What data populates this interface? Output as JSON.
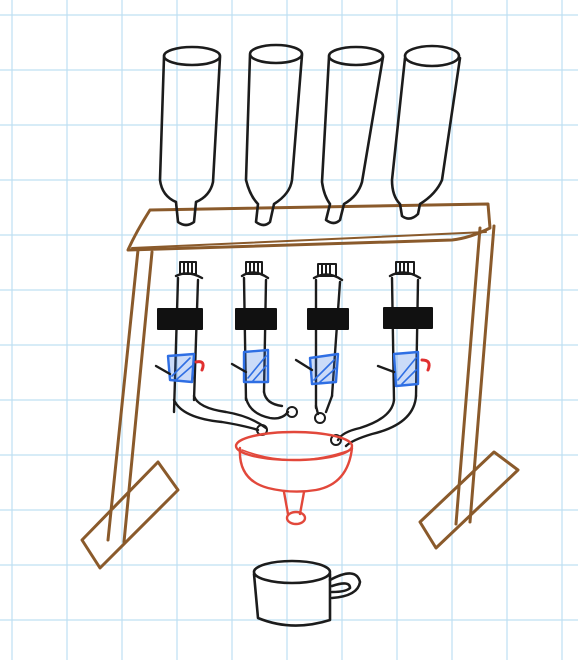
{
  "sketch": {
    "paper": "graph-paper",
    "colors": {
      "grid": "#bfe0f2",
      "ink": "#1c1c1c",
      "wood": "#8a5a2b",
      "funnel": "#e2483b",
      "valve": "#2f6fe4",
      "tag": "#111111",
      "handle": "#e03030"
    },
    "bottles": [
      {
        "name": "bottle-1"
      },
      {
        "name": "bottle-2"
      },
      {
        "name": "bottle-3"
      },
      {
        "name": "bottle-4"
      }
    ],
    "dispensers": [
      {
        "name": "dispenser-1"
      },
      {
        "name": "dispenser-2"
      },
      {
        "name": "dispenser-3"
      },
      {
        "name": "dispenser-4"
      }
    ],
    "icons": [
      "bottle-icon",
      "valve-icon",
      "funnel-icon",
      "mug-icon"
    ]
  }
}
